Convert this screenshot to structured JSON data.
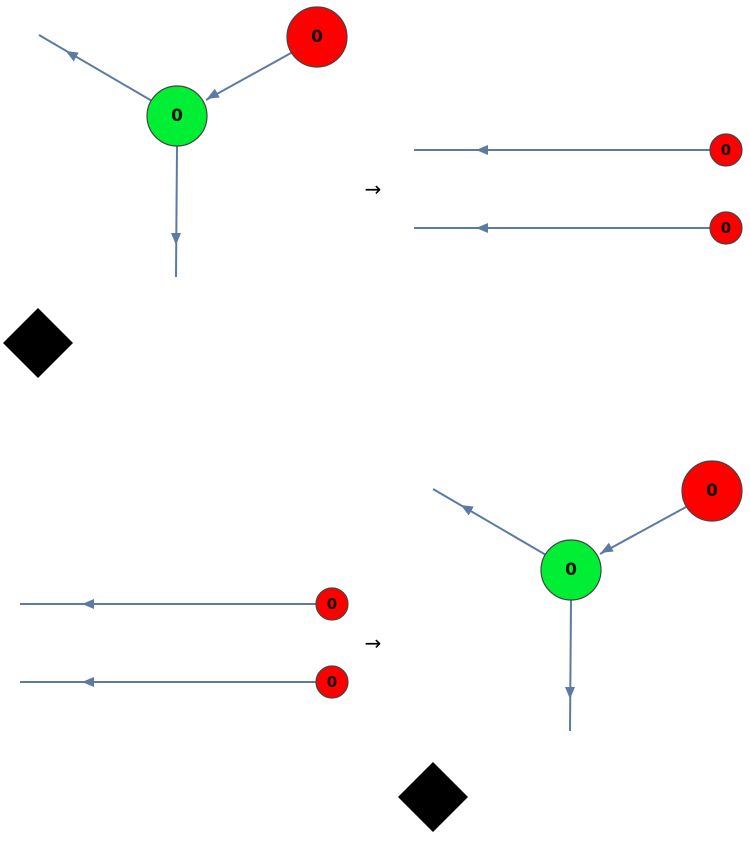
{
  "rules": [
    {
      "left": {
        "green_node": "0",
        "red_node": "0"
      },
      "arrow": "→",
      "right": {
        "red_nodes": [
          "0",
          "0"
        ]
      }
    },
    {
      "left": {
        "red_nodes": [
          "0",
          "0"
        ]
      },
      "arrow": "→",
      "right": {
        "green_node": "0",
        "red_node": "0"
      }
    }
  ],
  "colors": {
    "red_node": "#ff0000",
    "green_node": "#00ee33",
    "edge": "#5b7aa4",
    "separator": "#000000"
  },
  "icons": [
    "diamond-separator-icon",
    "diamond-separator-icon"
  ]
}
